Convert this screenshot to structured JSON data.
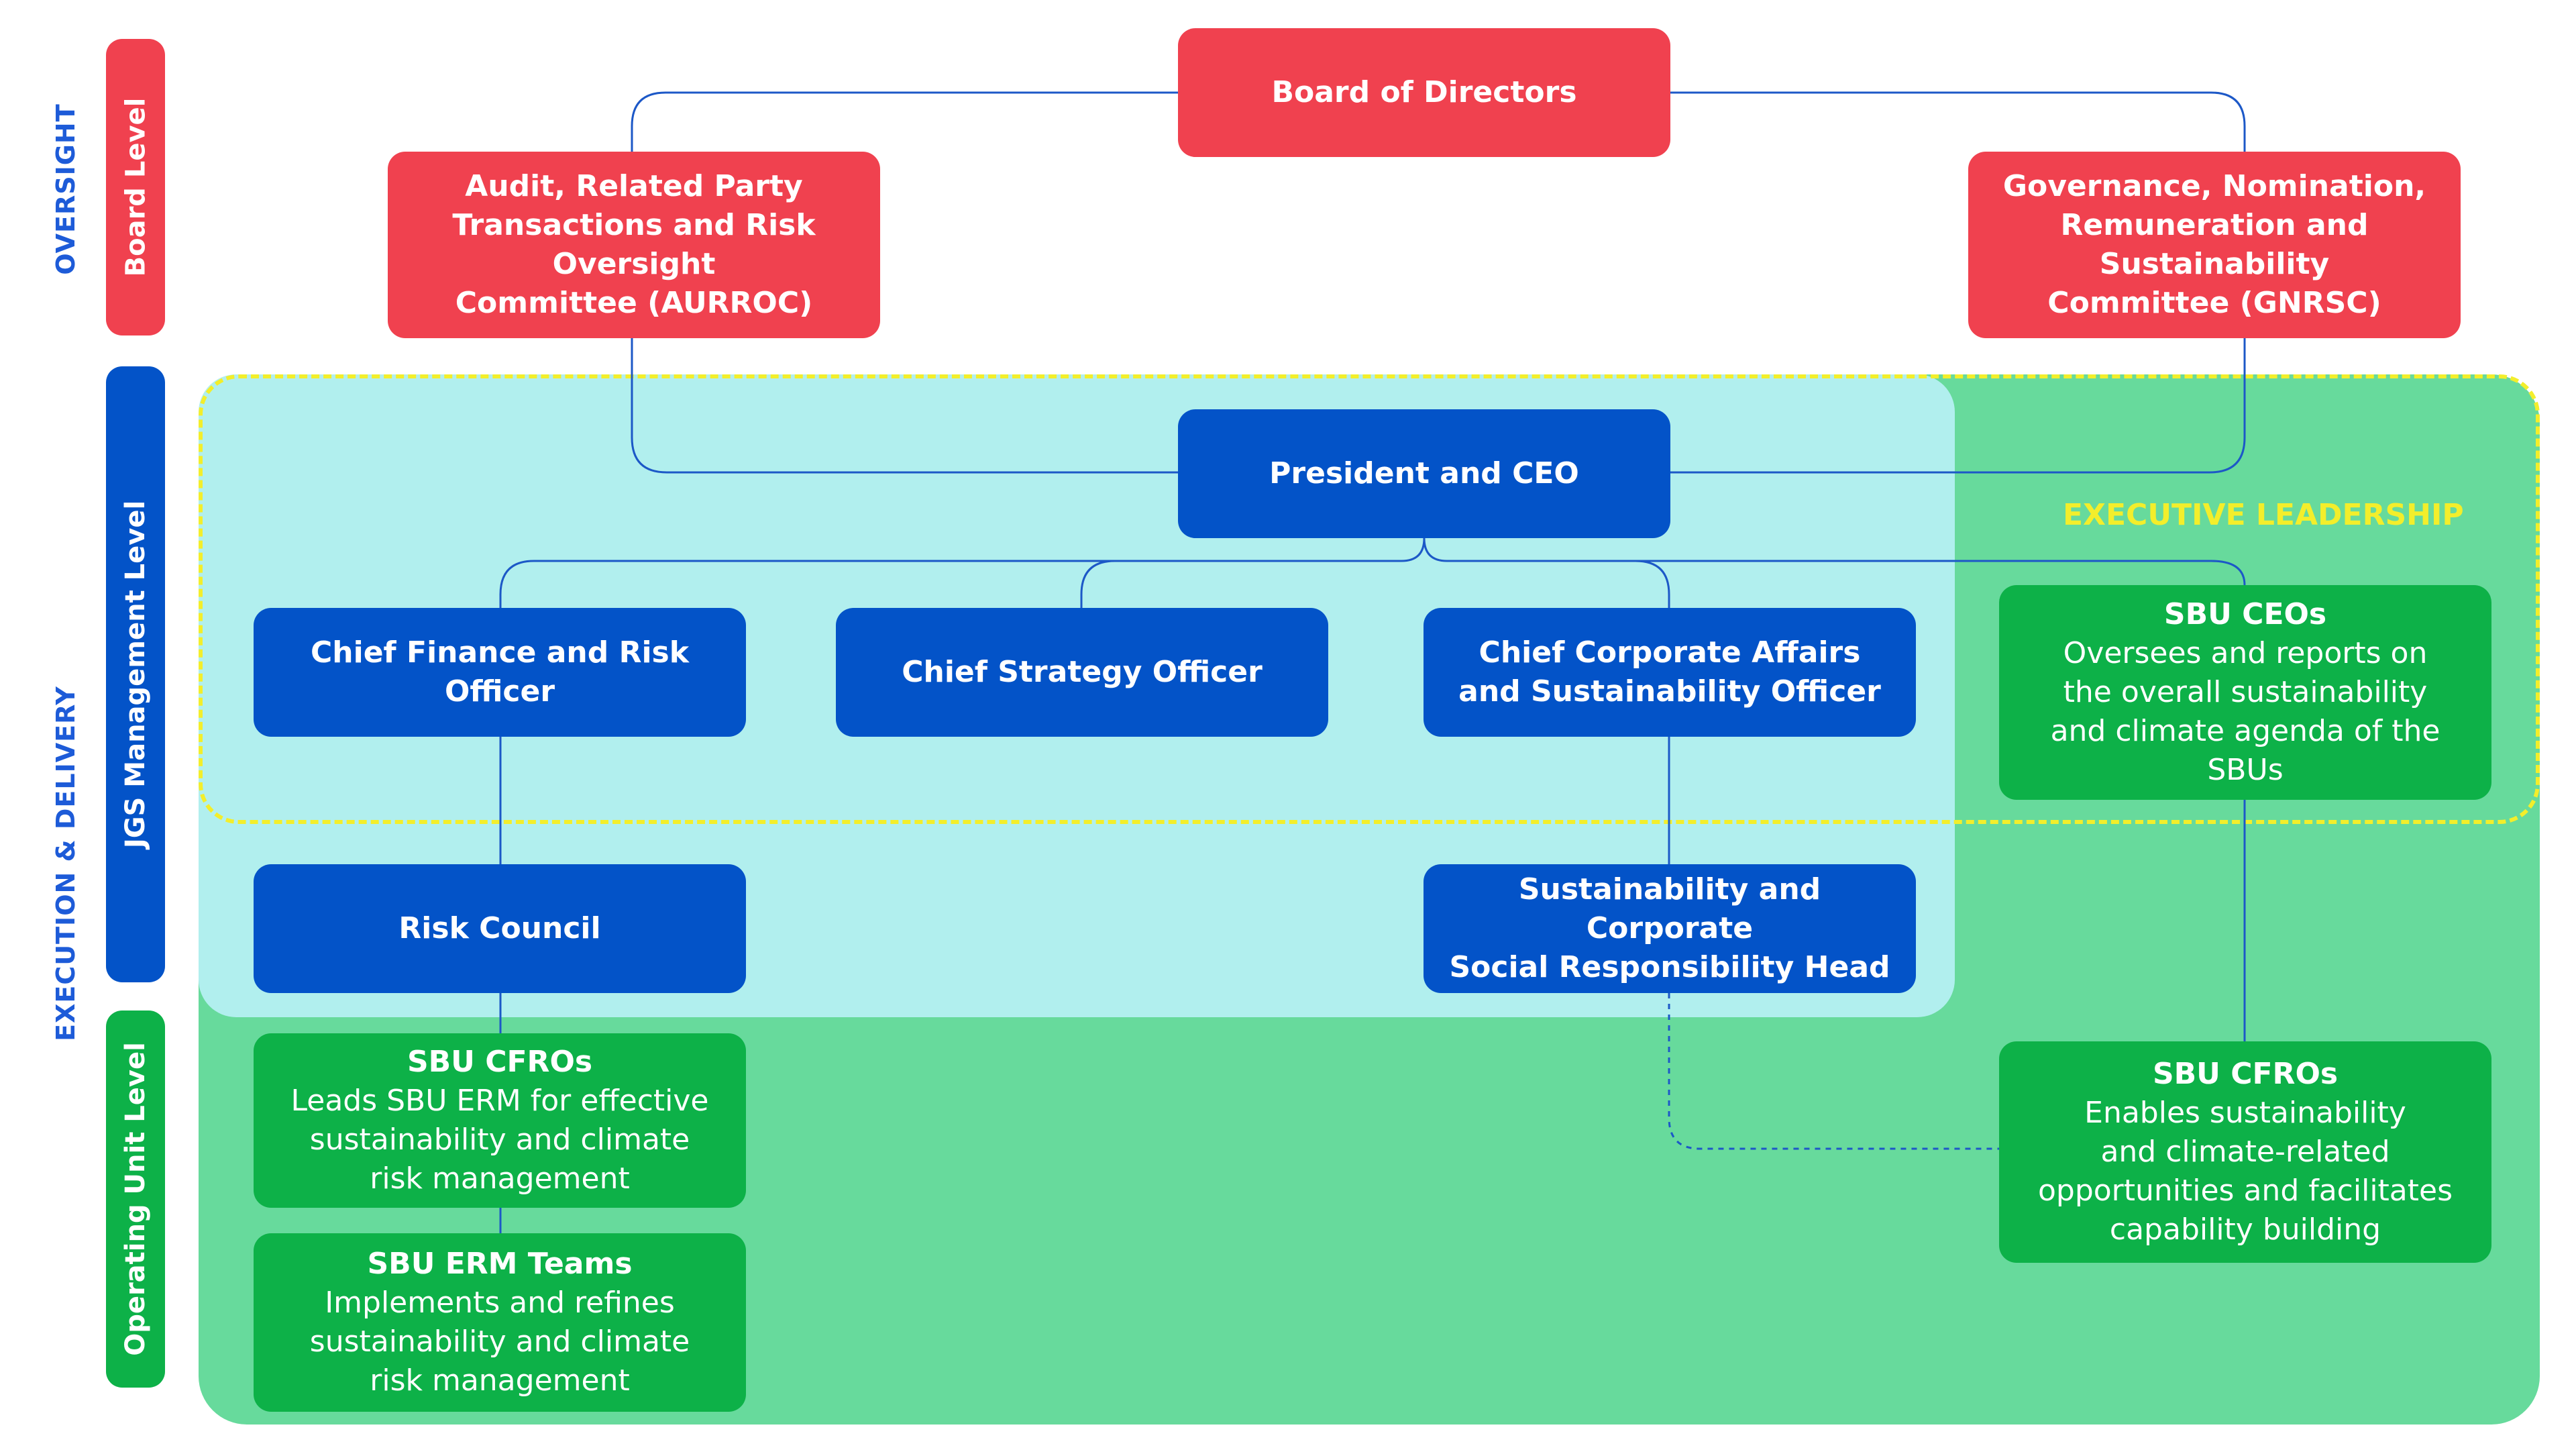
{
  "colors": {
    "board": "#f0414f",
    "management": "#0353c8",
    "operating": "#0db148",
    "label_blue": "#1d5bd8",
    "executive_highlight": "#f3ee2b",
    "zone_green": "#67da9c",
    "zone_cyan": "#b1efee"
  },
  "side_labels": {
    "oversight": "OVERSIGHT",
    "execution": "EXECUTION & DELIVERY"
  },
  "levels": {
    "board": "Board Level",
    "management": "JGS Management Level",
    "operating": "Operating Unit Level"
  },
  "executive_leadership_label": "EXECUTIVE LEADERSHIP",
  "nodes": {
    "board": {
      "title": "Board of Directors"
    },
    "aurroc": {
      "title": "Audit, Related Party\nTransactions and Risk Oversight\nCommittee (AURROC)"
    },
    "gnrsc": {
      "title": "Governance, Nomination,\nRemuneration and Sustainability\nCommittee (GNRSC)"
    },
    "ceo": {
      "title": "President and CEO"
    },
    "cfro": {
      "title": "Chief Finance and Risk Officer"
    },
    "cso": {
      "title": "Chief Strategy Officer"
    },
    "ccaso": {
      "title": "Chief Corporate Affairs\nand Sustainability Officer"
    },
    "sbu_ceos": {
      "title": "SBU CEOs",
      "desc": "Oversees and reports on\nthe overall sustainability\nand climate agenda of the SBUs"
    },
    "risk_council": {
      "title": "Risk Council"
    },
    "scsr_head": {
      "title": "Sustainability and Corporate\nSocial Responsibility Head"
    },
    "sbu_cfros_left": {
      "title": "SBU CFROs",
      "desc": "Leads SBU ERM for effective\nsustainability and climate\nrisk management"
    },
    "sbu_erm": {
      "title": "SBU ERM Teams",
      "desc": "Implements and refines\nsustainability and climate\nrisk management"
    },
    "sbu_cfros_right": {
      "title": "SBU CFROs",
      "desc": "Enables sustainability\nand climate-related\nopportunities and facilitates\ncapability building"
    }
  }
}
